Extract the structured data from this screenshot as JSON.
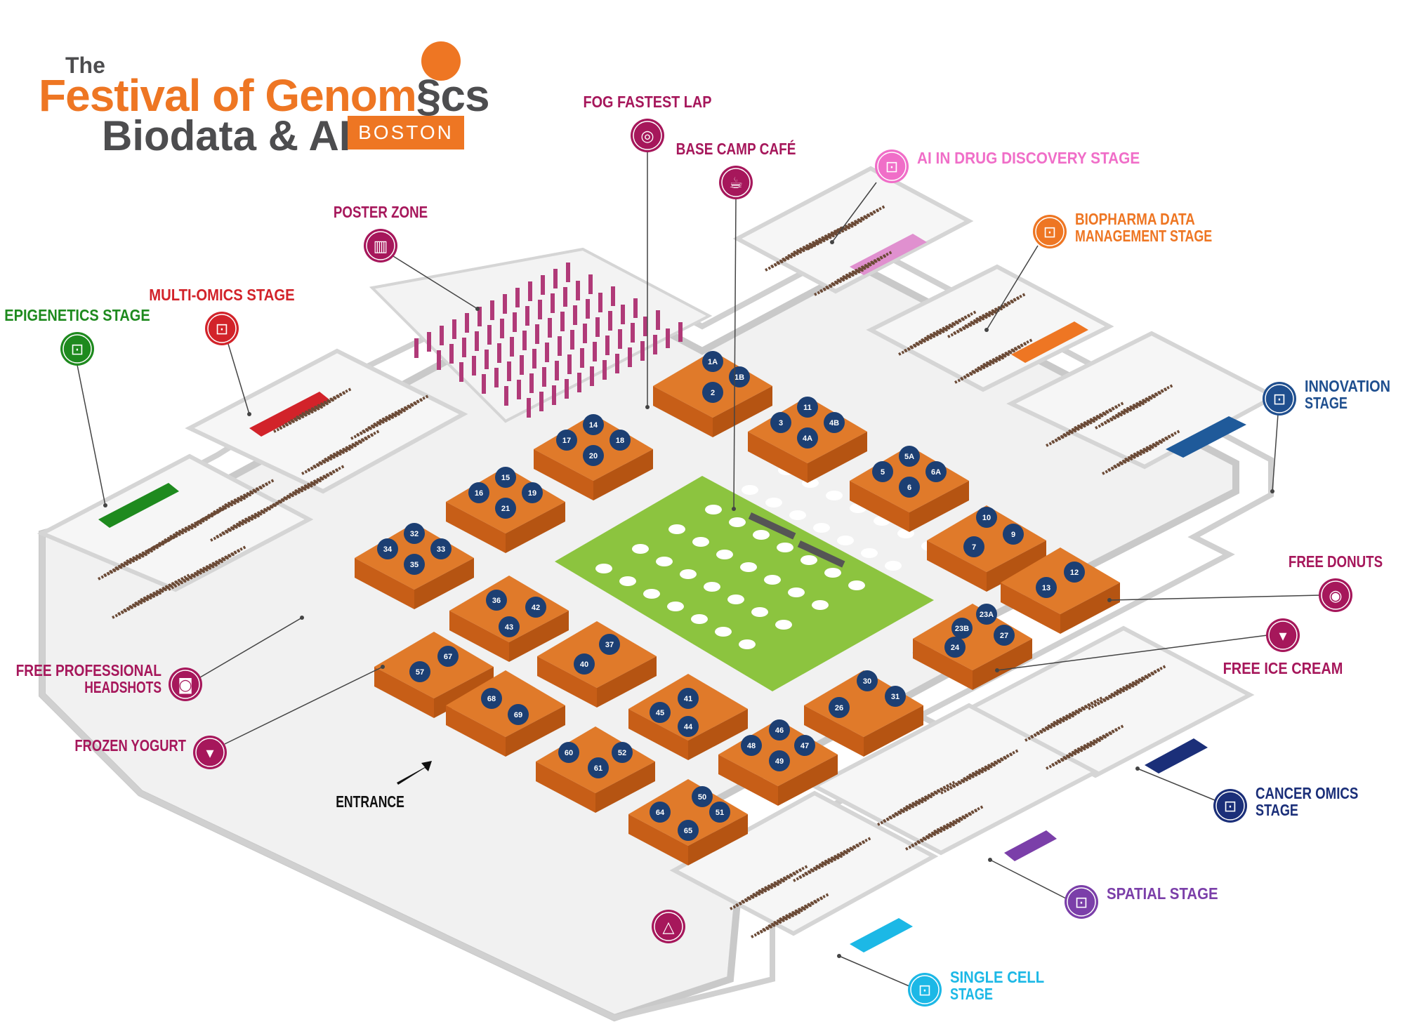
{
  "logo": {
    "the": "The",
    "line1_a": "Festival ",
    "line1_b": "of ",
    "line1_c": "Genom",
    "line1_d": "cs",
    "line2": "Biodata & AI",
    "city": "BOSTON"
  },
  "colors": {
    "orange": "#ee7623",
    "magenta": "#a6175b",
    "red": "#d2232a",
    "green": "#1e8a1e",
    "pink": "#f06ec8",
    "navy": "#1b2f79",
    "blue": "#1f4f8f",
    "purple": "#7b3fa9",
    "cyan": "#1cb8e6",
    "booth": "#d9691f",
    "booth_dot": "#1c3f73",
    "grass": "#8cc43f",
    "floor": "#efefef",
    "wall": "#cfcfcf"
  },
  "zones": [
    {
      "id": "fog_fastest_lap",
      "label": [
        "FOG FASTEST LAP"
      ],
      "icon": "steering-wheel-icon",
      "color": "#a6175b"
    },
    {
      "id": "base_camp_cafe",
      "label": [
        "BASE CAMP CAFÉ"
      ],
      "icon": "coffee-cup-icon",
      "color": "#a6175b"
    },
    {
      "id": "ai_drug",
      "label": [
        "AI IN DRUG DISCOVERY STAGE"
      ],
      "icon": "presenter-icon",
      "color": "#f06ec8"
    },
    {
      "id": "biopharma",
      "label": [
        "BIOPHARMA DATA",
        "MANAGEMENT STAGE"
      ],
      "icon": "presenter-icon",
      "color": "#ee7623"
    },
    {
      "id": "poster_zone",
      "label": [
        "POSTER ZONE"
      ],
      "icon": "poster-board-icon",
      "color": "#a6175b"
    },
    {
      "id": "multi_omics",
      "label": [
        "MULTI-OMICS STAGE"
      ],
      "icon": "presenter-icon",
      "color": "#d2232a"
    },
    {
      "id": "epigenetics",
      "label": [
        "EPIGENETICS STAGE"
      ],
      "icon": "presenter-icon",
      "color": "#1e8a1e"
    },
    {
      "id": "innovation",
      "label": [
        "INNOVATION",
        "STAGE"
      ],
      "icon": "presenter-icon",
      "color": "#1f4f8f"
    },
    {
      "id": "free_donuts",
      "label": [
        "FREE DONUTS"
      ],
      "icon": "donut-icon",
      "color": "#a6175b"
    },
    {
      "id": "free_ice_cream",
      "label": [
        "FREE ICE CREAM"
      ],
      "icon": "ice-cream-icon",
      "color": "#a6175b"
    },
    {
      "id": "headshots",
      "label": [
        "FREE PROFESSIONAL",
        "HEADSHOTS"
      ],
      "icon": "camera-icon",
      "color": "#a6175b"
    },
    {
      "id": "frozen_yogurt",
      "label": [
        "FROZEN YOGURT"
      ],
      "icon": "ice-cream-icon",
      "color": "#a6175b"
    },
    {
      "id": "entrance",
      "label": [
        "ENTRANCE"
      ],
      "icon": "arrow-icon",
      "color": "#111111"
    },
    {
      "id": "cancer_omics",
      "label": [
        "CANCER OMICS",
        "STAGE"
      ],
      "icon": "presenter-icon",
      "color": "#1b2f79"
    },
    {
      "id": "spatial",
      "label": [
        "SPATIAL STAGE"
      ],
      "icon": "presenter-icon",
      "color": "#7b3fa9"
    },
    {
      "id": "single_cell",
      "label": [
        "SINGLE CELL",
        "STAGE"
      ],
      "icon": "presenter-icon",
      "color": "#1cb8e6"
    },
    {
      "id": "cloakroom",
      "label": [],
      "icon": "coat-hanger-icon",
      "color": "#a6175b"
    }
  ],
  "booth_islands": [
    [
      "1A",
      "1B",
      "2"
    ],
    [
      "11",
      "3",
      "4A",
      "4B"
    ],
    [
      "5A",
      "5",
      "6",
      "6A"
    ],
    [
      "10",
      "7",
      "9"
    ],
    [
      "12",
      "13"
    ],
    [
      "23A",
      "24",
      "23B",
      "27"
    ],
    [
      "30",
      "26",
      "31"
    ],
    [
      "14",
      "17",
      "18",
      "20"
    ],
    [
      "15",
      "16",
      "19",
      "21"
    ],
    [
      "32",
      "34",
      "33",
      "35"
    ],
    [
      "36",
      "43",
      "42"
    ],
    [
      "37",
      "40"
    ],
    [
      "67",
      "57"
    ],
    [
      "68",
      "69"
    ],
    [
      "45",
      "41",
      "44"
    ],
    [
      "46",
      "48",
      "47",
      "49"
    ],
    [
      "60",
      "52",
      "61"
    ],
    [
      "50",
      "64",
      "51",
      "65"
    ]
  ]
}
